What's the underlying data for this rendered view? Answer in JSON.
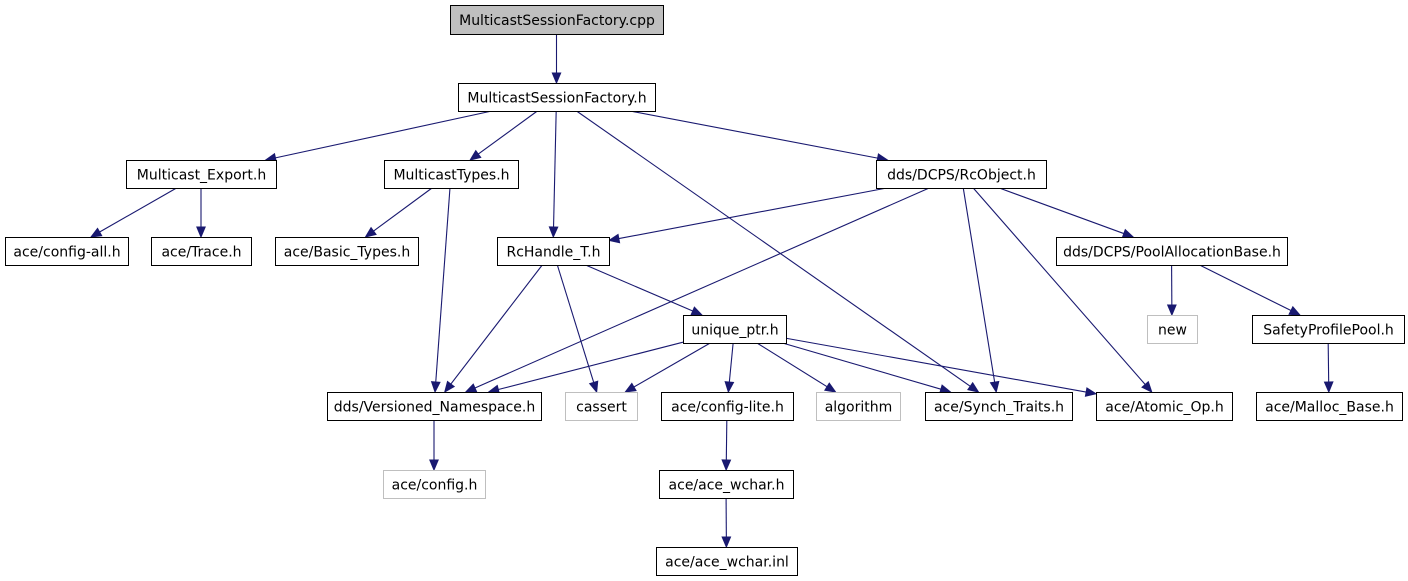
{
  "diagram": {
    "type": "include-dependency-graph",
    "colors": {
      "edge": "#191970",
      "root_fill": "#bfbfbf",
      "node_border": "#000000",
      "missing_border": "#bfbfbf",
      "node_fill": "#ffffff"
    },
    "nodes": [
      {
        "id": "root",
        "label": "MulticastSessionFactory.cpp",
        "style": "root"
      },
      {
        "id": "msf_h",
        "label": "MulticastSessionFactory.h",
        "style": "normal"
      },
      {
        "id": "mexport",
        "label": "Multicast_Export.h",
        "style": "normal"
      },
      {
        "id": "mtypes",
        "label": "MulticastTypes.h",
        "style": "normal"
      },
      {
        "id": "rcobject",
        "label": "dds/DCPS/RcObject.h",
        "style": "normal"
      },
      {
        "id": "configall",
        "label": "ace/config-all.h",
        "style": "normal"
      },
      {
        "id": "trace",
        "label": "ace/Trace.h",
        "style": "normal"
      },
      {
        "id": "basictypes",
        "label": "ace/Basic_Types.h",
        "style": "normal"
      },
      {
        "id": "rchandle",
        "label": "RcHandle_T.h",
        "style": "normal"
      },
      {
        "id": "poolalloc",
        "label": "dds/DCPS/PoolAllocationBase.h",
        "style": "normal"
      },
      {
        "id": "uniqueptr",
        "label": "unique_ptr.h",
        "style": "normal"
      },
      {
        "id": "new",
        "label": "new",
        "style": "missing"
      },
      {
        "id": "safetypool",
        "label": "SafetyProfilePool.h",
        "style": "normal"
      },
      {
        "id": "versioned",
        "label": "dds/Versioned_Namespace.h",
        "style": "normal"
      },
      {
        "id": "cassert",
        "label": "cassert",
        "style": "missing"
      },
      {
        "id": "configlite",
        "label": "ace/config-lite.h",
        "style": "normal"
      },
      {
        "id": "algorithm",
        "label": "algorithm",
        "style": "missing"
      },
      {
        "id": "synchtraits",
        "label": "ace/Synch_Traits.h",
        "style": "normal"
      },
      {
        "id": "atomicop",
        "label": "ace/Atomic_Op.h",
        "style": "normal"
      },
      {
        "id": "mallocbase",
        "label": "ace/Malloc_Base.h",
        "style": "normal"
      },
      {
        "id": "config",
        "label": "ace/config.h",
        "style": "missing"
      },
      {
        "id": "acewchar",
        "label": "ace/ace_wchar.h",
        "style": "normal"
      },
      {
        "id": "acewcharinl",
        "label": "ace/ace_wchar.inl",
        "style": "normal"
      }
    ],
    "edges": [
      {
        "from": "root",
        "to": "msf_h"
      },
      {
        "from": "msf_h",
        "to": "mexport"
      },
      {
        "from": "msf_h",
        "to": "mtypes"
      },
      {
        "from": "msf_h",
        "to": "rchandle"
      },
      {
        "from": "msf_h",
        "to": "synchtraits"
      },
      {
        "from": "msf_h",
        "to": "rcobject"
      },
      {
        "from": "mexport",
        "to": "configall"
      },
      {
        "from": "mexport",
        "to": "trace"
      },
      {
        "from": "mtypes",
        "to": "basictypes"
      },
      {
        "from": "mtypes",
        "to": "versioned"
      },
      {
        "from": "rcobject",
        "to": "rchandle"
      },
      {
        "from": "rcobject",
        "to": "versioned"
      },
      {
        "from": "rcobject",
        "to": "synchtraits"
      },
      {
        "from": "rcobject",
        "to": "atomicop"
      },
      {
        "from": "rcobject",
        "to": "poolalloc"
      },
      {
        "from": "rchandle",
        "to": "versioned"
      },
      {
        "from": "rchandle",
        "to": "cassert"
      },
      {
        "from": "rchandle",
        "to": "uniqueptr"
      },
      {
        "from": "uniqueptr",
        "to": "versioned"
      },
      {
        "from": "uniqueptr",
        "to": "cassert"
      },
      {
        "from": "uniqueptr",
        "to": "configlite"
      },
      {
        "from": "uniqueptr",
        "to": "algorithm"
      },
      {
        "from": "uniqueptr",
        "to": "synchtraits"
      },
      {
        "from": "uniqueptr",
        "to": "atomicop"
      },
      {
        "from": "poolalloc",
        "to": "new"
      },
      {
        "from": "poolalloc",
        "to": "safetypool"
      },
      {
        "from": "safetypool",
        "to": "mallocbase"
      },
      {
        "from": "versioned",
        "to": "config"
      },
      {
        "from": "configlite",
        "to": "acewchar"
      },
      {
        "from": "acewchar",
        "to": "acewcharinl"
      }
    ]
  }
}
